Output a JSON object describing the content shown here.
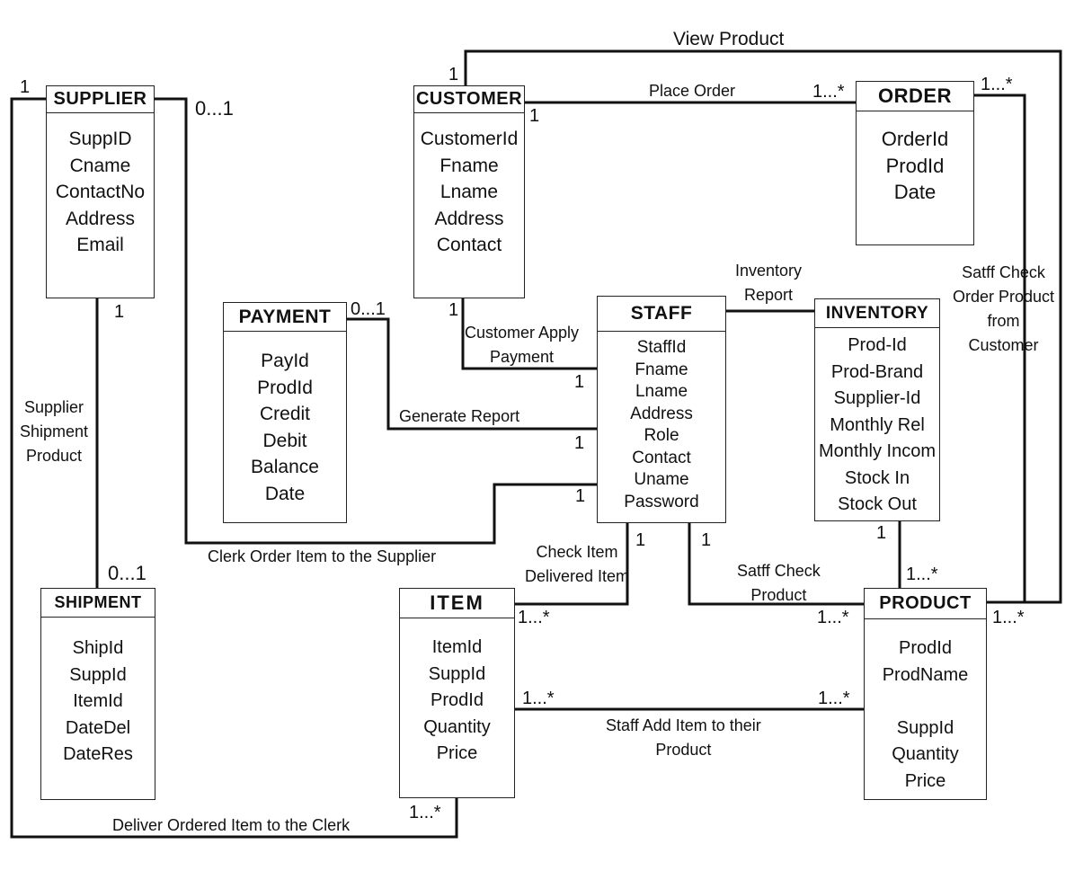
{
  "entities": {
    "supplier": {
      "title": "SUPPLIER",
      "attrs": [
        "SuppID",
        "Cname",
        "ContactNo",
        "Address",
        "Email"
      ]
    },
    "customer": {
      "title": "CUSTOMER",
      "attrs": [
        "CustomerId",
        "Fname",
        "Lname",
        "Address",
        "Contact"
      ]
    },
    "order": {
      "title": "ORDER",
      "attrs": [
        "OrderId",
        "ProdId",
        "Date"
      ]
    },
    "payment": {
      "title": "PAYMENT",
      "attrs": [
        "PayId",
        "ProdId",
        "Credit",
        "Debit",
        "Balance",
        "Date"
      ]
    },
    "staff": {
      "title": "STAFF",
      "attrs": [
        "StaffId",
        "Fname",
        "Lname",
        "Address",
        "Role",
        "Contact",
        "Uname",
        "Password"
      ]
    },
    "inventory": {
      "title": "INVENTORY",
      "attrs": [
        "Prod-Id",
        "Prod-Brand",
        "Supplier-Id",
        "Monthly Rel",
        "Monthly Incom",
        "Stock In",
        "Stock Out"
      ]
    },
    "shipment": {
      "title": "SHIPMENT",
      "attrs": [
        "ShipId",
        "SuppId",
        "ItemId",
        "DateDel",
        "DateRes"
      ]
    },
    "item": {
      "title": "ITEM",
      "attrs": [
        "ItemId",
        "SuppId",
        "ProdId",
        "Quantity",
        "Price"
      ]
    },
    "product": {
      "title": "PRODUCT",
      "attrs": [
        "ProdId",
        "ProdName",
        "",
        "SuppId",
        "Quantity",
        "Price"
      ]
    }
  },
  "relationships": {
    "view_product": "View Product",
    "place_order": "Place Order",
    "inventory_report": [
      "Inventory",
      "Report"
    ],
    "staff_check_order": [
      "Satff Check",
      "Order Product",
      "from",
      "Customer"
    ],
    "customer_apply_payment": [
      "Customer Apply",
      "Payment"
    ],
    "generate_report": "Generate Report",
    "supplier_shipment_product": [
      "Supplier",
      "Shipment",
      "Product"
    ],
    "clerk_order_item": "Clerk Order Item to the Supplier",
    "check_item_delivered": [
      "Check Item",
      "Delivered Item"
    ],
    "staff_check_product": [
      "Satff Check",
      "Product"
    ],
    "staff_add_item": [
      "Staff Add Item to their",
      "Product"
    ],
    "deliver_ordered_item": "Deliver Ordered Item to the Clerk"
  },
  "multiplicities": {
    "supplier_left": "1",
    "supplier_right": "0...1",
    "supplier_bottom": "1",
    "customer_top": "1",
    "customer_right": "1",
    "customer_bottom": "1",
    "order_left": "1...*",
    "order_right": "1...*",
    "payment_right": "0...1",
    "staff_apply": "1",
    "staff_report": "1",
    "staff_clerk": "1",
    "staff_bottom_left": "1",
    "staff_bottom_right": "1",
    "inventory_bottom": "1",
    "product_top": "1...*",
    "product_left": "1...*",
    "product_right": "1...*",
    "product_item": "1...*",
    "shipment_top": "0...1",
    "item_top_right": "1...*",
    "item_right": "1...*",
    "item_bottom": "1...*"
  }
}
